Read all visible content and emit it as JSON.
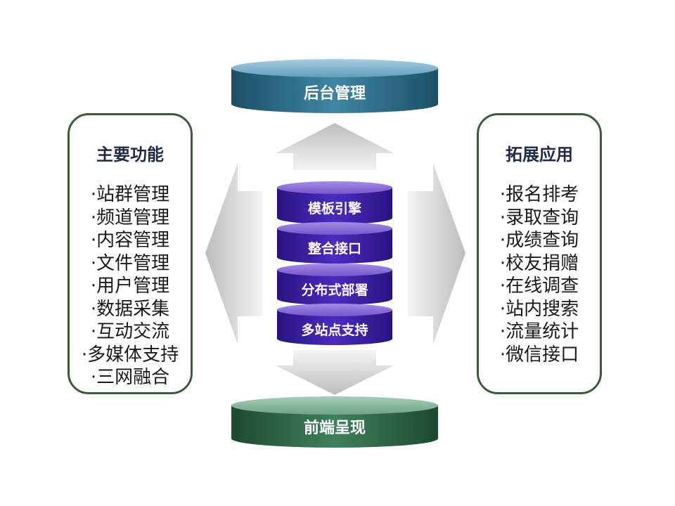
{
  "top_cylinder": {
    "label": "后台管理"
  },
  "bottom_cylinder": {
    "label": "前端呈现"
  },
  "center_stack": [
    "模板引擎",
    "整合接口",
    "分布式部署",
    "多站点支持"
  ],
  "left_panel": {
    "title": "主要功能",
    "items": [
      "站群管理",
      "频道管理",
      "内容管理",
      "文件管理",
      "用户管理",
      "数据采集",
      "互动交流",
      "多媒体支持",
      "三网融合"
    ]
  },
  "right_panel": {
    "title": "拓展应用",
    "items": [
      "报名排考",
      "录取查询",
      "成绩查询",
      "校友捐赠",
      "在线调查",
      "站内搜索",
      "流量统计",
      "微信接口"
    ]
  },
  "colors": {
    "top_cylinder": "#2e6e8a",
    "bottom_cylinder": "#2f6b4a",
    "stack": "#3a1f9a",
    "panel_border": "#3d5a3f"
  }
}
